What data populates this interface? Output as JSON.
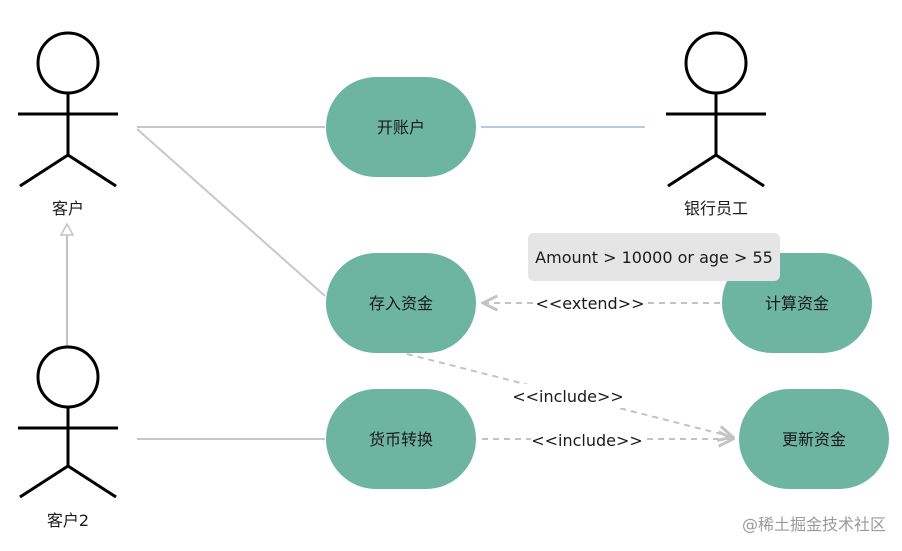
{
  "actors": {
    "customer": "客户",
    "customer2": "客户2",
    "bank_staff": "银行员工"
  },
  "use_cases": {
    "open_account": "开账户",
    "deposit": "存入资金",
    "currency_exchange": "货币转换",
    "calculate_funds": "计算资金",
    "update_funds": "更新资金"
  },
  "relations": {
    "extend_label": "<<extend>>",
    "include_label_1": "<<include>>",
    "include_label_2": "<<include>>"
  },
  "note": {
    "text": "Amount > 10000 or age > 55"
  },
  "watermark": "@稀土掘金技术社区",
  "colors": {
    "use_case_fill": "#6db5a0",
    "line": "#c8c8c8",
    "dashed": "#c3c3c3",
    "staff_line": "#b9c8ea",
    "note_bg": "#e5e5e5",
    "text": "#1a1a1a"
  }
}
